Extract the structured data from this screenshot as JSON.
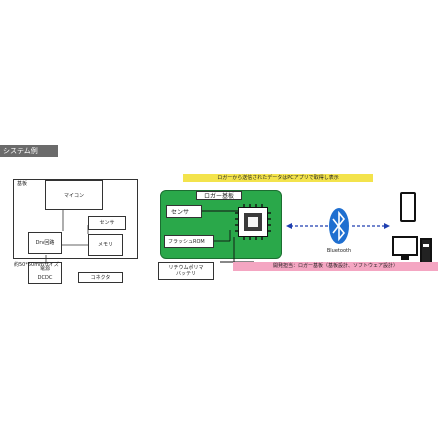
{
  "section": {
    "title": "システム例"
  },
  "left_board": {
    "board_label": "基板",
    "mcu": "マイコン",
    "sensor": "センサ",
    "drv": "Drv回路",
    "memory": "メモリ",
    "power": "電源",
    "dcdc": "DCDC",
    "connector": "コネクタ",
    "size_note": "約50*50mmサイズ"
  },
  "logger": {
    "title": "ロガー基板",
    "sensor": "センサ",
    "flash": "フラッシュROM",
    "battery_line1": "リチウムポリマ",
    "battery_line2": "バッテリ"
  },
  "captions": {
    "top": "ロガーから送信されたデータはPCアプリで取得し表示",
    "bottom": "開発担当：ロガー基板（基板設計、ソフトウェア設計）"
  },
  "wireless": {
    "label": "Bluetooth"
  },
  "pc": {
    "label": "PCアプリ"
  },
  "colors": {
    "board_green": "#2aa84a",
    "bluetooth_blue": "#1f6fd0",
    "arrow_dash": "#1f3fb0",
    "caption_yellow": "#f3e34c",
    "caption_pink": "#f4a6c2",
    "section_bg": "#6b6b6b"
  }
}
